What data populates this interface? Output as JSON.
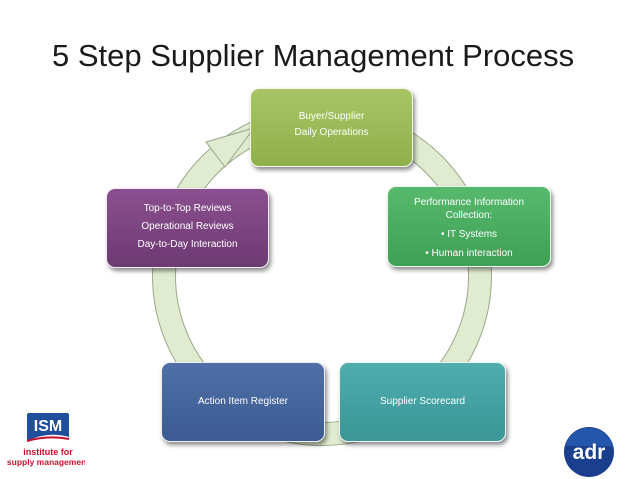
{
  "title": "5 Step Supplier Management Process",
  "steps": [
    {
      "lines": [
        "Buyer/Supplier",
        "Daily Operations"
      ],
      "color": "#9bbb59"
    },
    {
      "lines": [
        "Performance Information",
        "Collection:",
        "• IT Systems",
        "• Human interaction"
      ],
      "color": "#4bac62"
    },
    {
      "lines": [
        "Supplier Scorecard"
      ],
      "color": "#4aa3a3"
    },
    {
      "lines": [
        "Action Item Register"
      ],
      "color": "#4566a0"
    },
    {
      "lines": [
        "Top-to-Top Reviews",
        "Operational Reviews",
        "Day-to-Day Interaction"
      ],
      "color": "#7e4584"
    }
  ],
  "cycle_ring_color": "#dde8cb",
  "logos": {
    "ism_mark": "ISM",
    "ism_text": [
      "institute for",
      "supply management"
    ],
    "adr_text": "adr"
  }
}
